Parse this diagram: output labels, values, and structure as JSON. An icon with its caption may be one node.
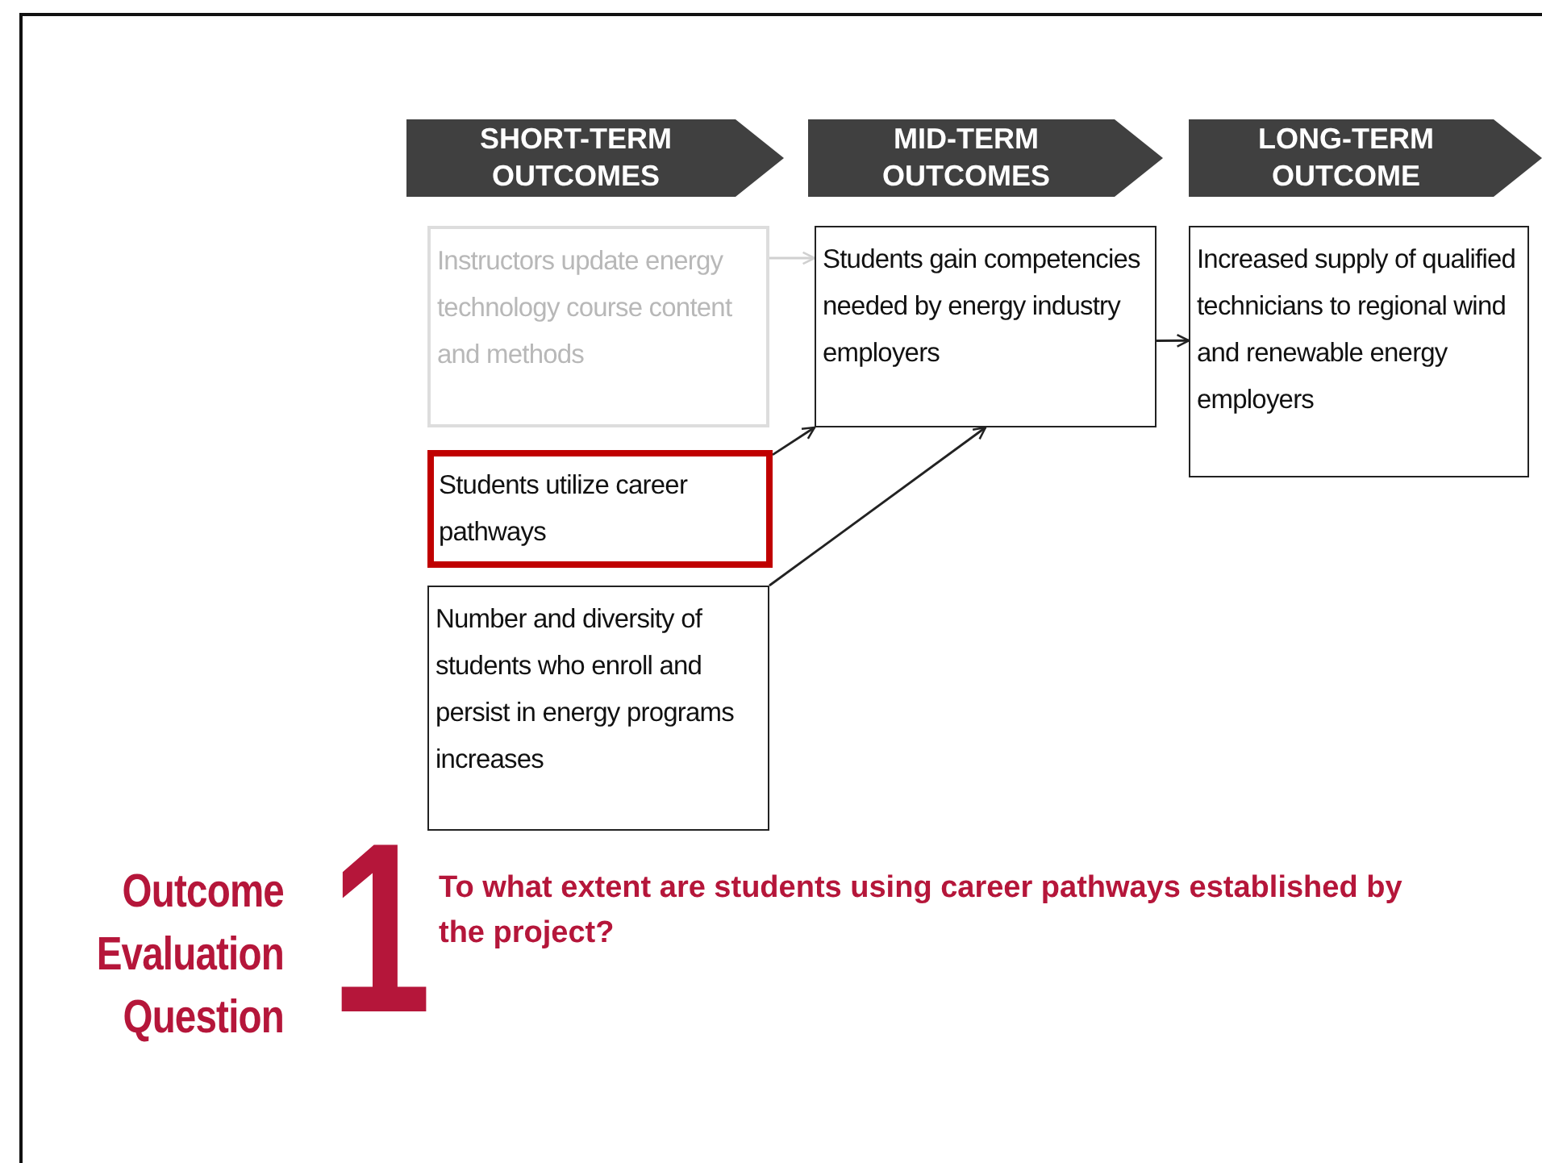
{
  "diagram": {
    "nodes": [
      {
        "text": [
          "SHORT-TERM OUTCOMES"
        ]
      },
      {
        "text": [
          "MID-TERM OUTCOMES"
        ]
      },
      {
        "text": [
          "LONG-TERM OUTCOME"
        ]
      },
      {
        "text": [
          "Instructors update energy technology course content and methods"
        ]
      },
      {
        "text": [
          "Students utilize career pathways"
        ]
      },
      {
        "text": [
          "Number and diversity of students who enroll and persist in energy programs increases"
        ]
      },
      {
        "text": [
          "Students gain competencies needed by energy industry employers"
        ]
      },
      {
        "text": [
          "Increased supply of qualified technicians to regional wind and renewable energy employers"
        ]
      }
    ],
    "edges": [
      {
        "from": 3,
        "to": 6,
        "arrow": "to",
        "color": "#d0d0d0"
      },
      {
        "from": 4,
        "to": 6,
        "arrow": "to"
      },
      {
        "from": 5,
        "to": 6,
        "arrow": "to"
      },
      {
        "from": 6,
        "to": 7,
        "arrow": "to"
      }
    ],
    "labels": [
      "Outcome Evaluation Question",
      "1",
      "To what extent are students using career pathways established by the project?"
    ]
  }
}
